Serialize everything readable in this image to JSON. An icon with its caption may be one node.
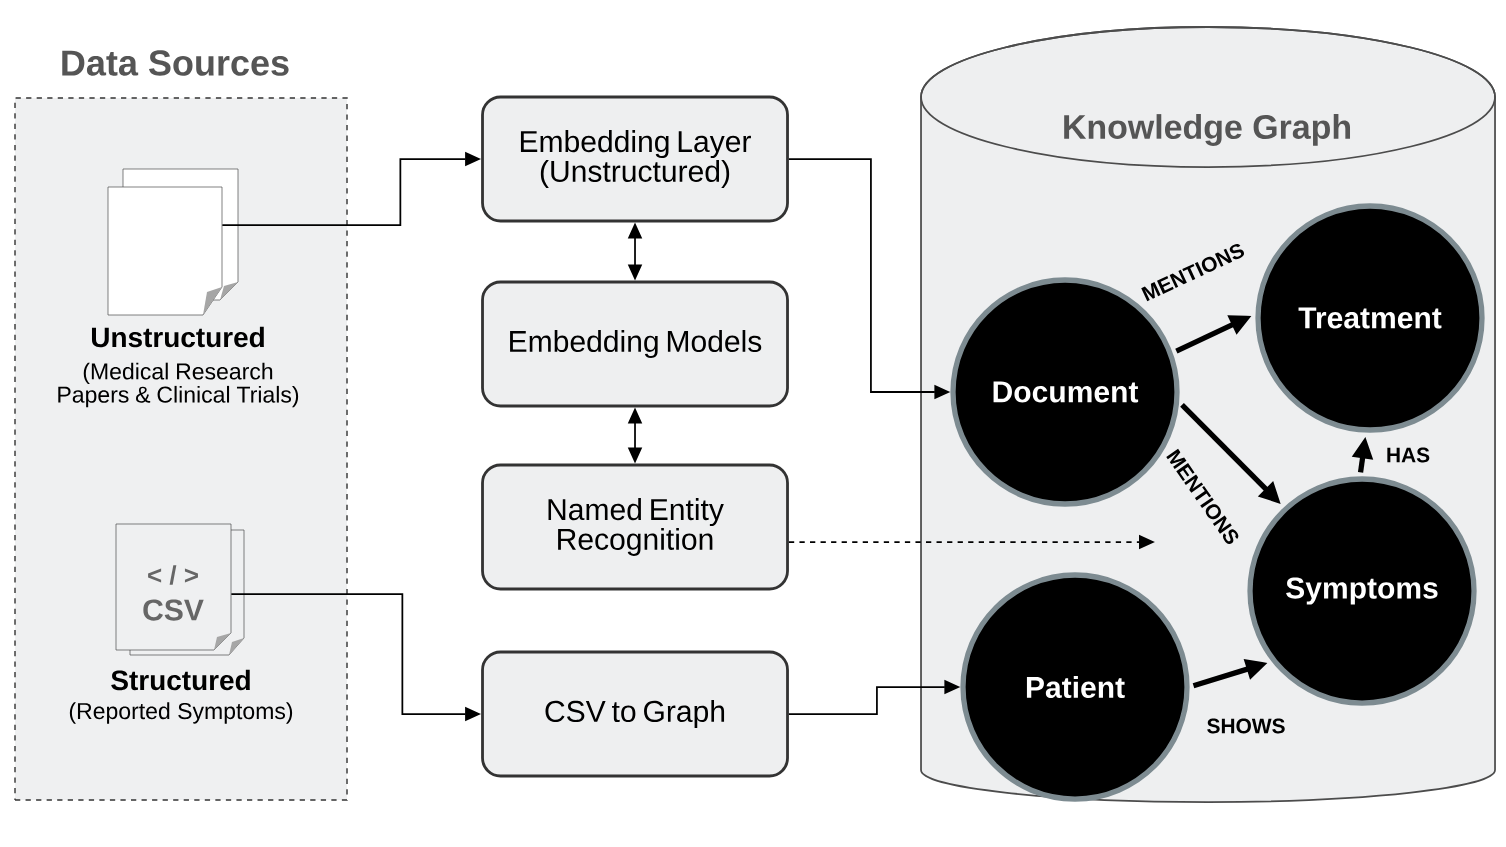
{
  "diagram": {
    "nodes": [
      {
        "text": [
          "Data Sources"
        ]
      },
      {
        "text": [
          "Unstructured",
          "(Medical Research Papers & Clinical Trials)"
        ],
        "in": 0
      },
      {
        "text": [
          "< / >",
          "CSV",
          "Structured",
          "(Reported Symptoms)"
        ],
        "in": 0
      },
      {
        "text": [
          "Embedding Layer (Unstructured)"
        ]
      },
      {
        "text": [
          "Embedding Models"
        ]
      },
      {
        "text": [
          "Named Entity Recognition"
        ]
      },
      {
        "text": [
          "CSV to Graph"
        ]
      },
      {
        "text": [
          "Knowledge Graph"
        ]
      },
      {
        "text": [
          "Document"
        ],
        "in": 7
      },
      {
        "text": [
          "Treatment"
        ],
        "in": 7
      },
      {
        "text": [
          "Symptoms"
        ],
        "in": 7
      },
      {
        "text": [
          "Patient"
        ],
        "in": 7
      }
    ],
    "edges": [
      {
        "from": 1,
        "to": 3,
        "arrow": "to"
      },
      {
        "from": 3,
        "to": 4,
        "arrow": "both"
      },
      {
        "from": 3,
        "to": 8,
        "arrow": "to"
      },
      {
        "from": 4,
        "to": 5,
        "arrow": "both"
      },
      {
        "from": 5,
        "to": null,
        "arrow": "to",
        "style": "dashed"
      },
      {
        "from": 2,
        "to": 6,
        "arrow": "to"
      },
      {
        "from": 6,
        "to": 11,
        "arrow": "to"
      },
      {
        "from": 8,
        "to": 9,
        "arrow": "to",
        "label": "MENTIONS",
        "style": "thick"
      },
      {
        "from": 8,
        "to": 10,
        "arrow": "to",
        "label": "MENTIONS",
        "style": "thick"
      },
      {
        "from": 10,
        "to": 9,
        "arrow": "to",
        "label": "HAS",
        "style": "thick"
      },
      {
        "from": 11,
        "to": 10,
        "arrow": "to",
        "label": "SHOWS",
        "style": "thick"
      }
    ]
  }
}
